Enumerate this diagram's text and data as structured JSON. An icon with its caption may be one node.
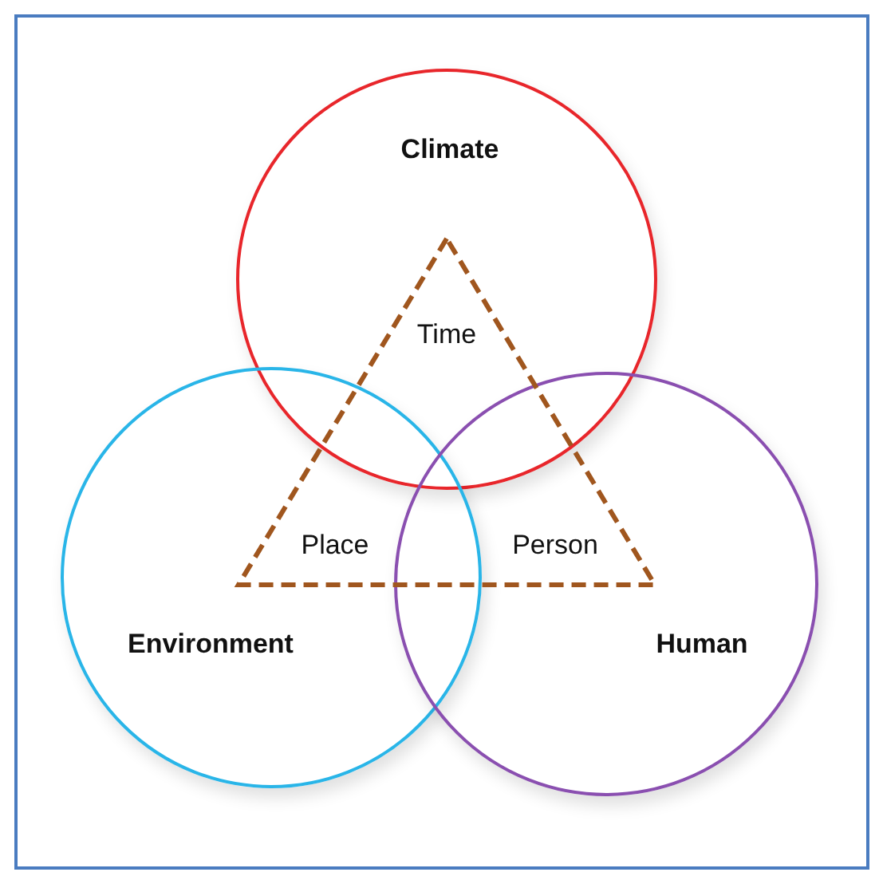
{
  "diagram": {
    "nodes": [
      {
        "text": [
          "Climate"
        ]
      },
      {
        "text": [
          "Environment"
        ]
      },
      {
        "text": [
          "Human"
        ]
      },
      {
        "text": [
          "Time",
          "Place",
          "Person"
        ]
      }
    ]
  }
}
